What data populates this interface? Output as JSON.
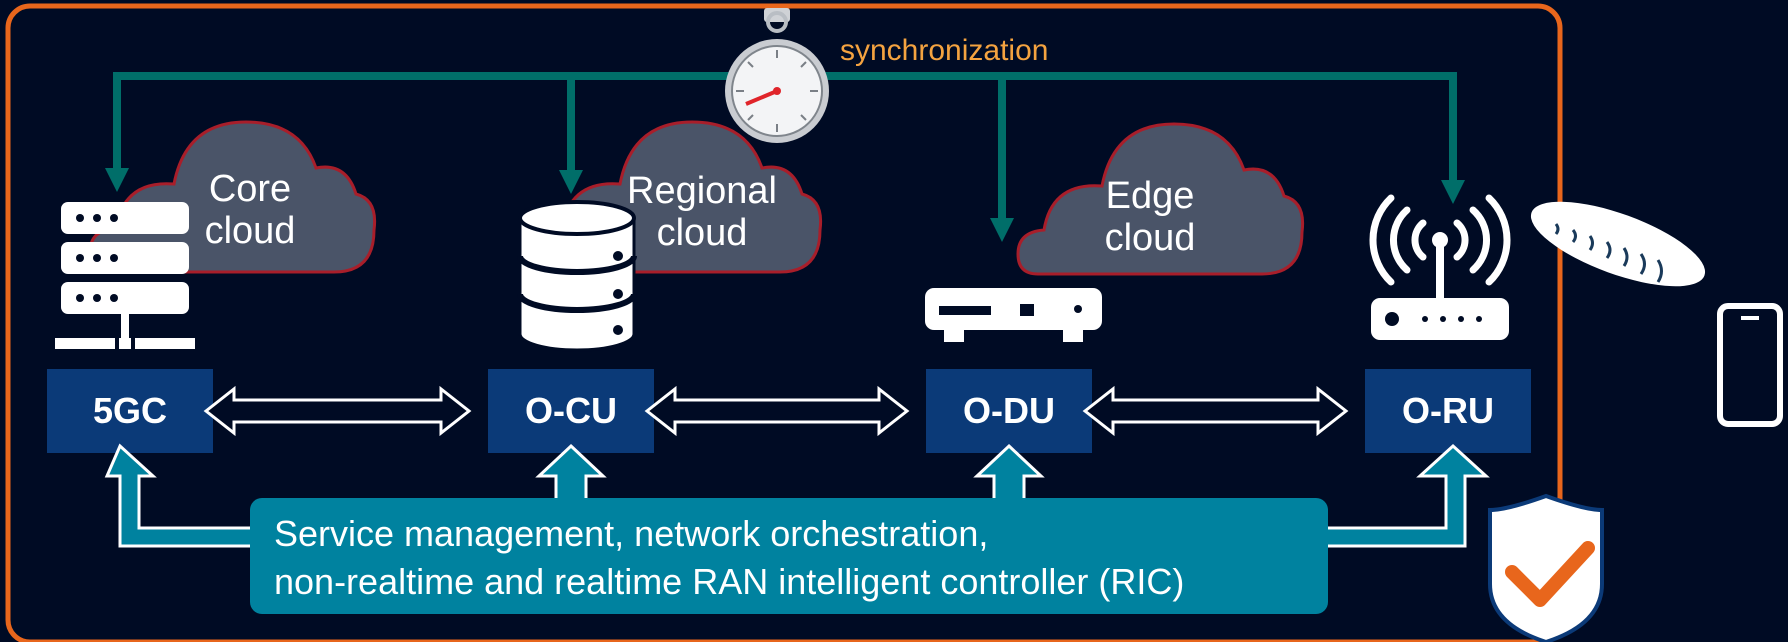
{
  "synchronization": {
    "label": "synchronization",
    "icon": "stopwatch-icon",
    "line_color": "#006e69",
    "label_color": "#f4a340"
  },
  "clouds": [
    {
      "id": "core",
      "line1": "Core",
      "line2": "cloud"
    },
    {
      "id": "regional",
      "line1": "Regional",
      "line2": "cloud"
    },
    {
      "id": "edge",
      "line1": "Edge",
      "line2": "cloud"
    }
  ],
  "nodes": [
    {
      "id": "5gc",
      "label": "5GC",
      "icon": "server-rack-icon"
    },
    {
      "id": "o-cu",
      "label": "O-CU",
      "icon": "database-icon"
    },
    {
      "id": "o-du",
      "label": "O-DU",
      "icon": "set-top-box-icon"
    },
    {
      "id": "o-ru",
      "label": "O-RU",
      "icon": "wireless-router-icon"
    }
  ],
  "management": {
    "line1": "Service management, network orchestration,",
    "line2": "non-realtime and realtime RAN intelligent controller (RIC)"
  },
  "external_icons": [
    "radio-beam-icon",
    "smartphone-icon",
    "security-shield-check-icon"
  ],
  "colors": {
    "background": "#000b24",
    "frame": "#e8661c",
    "node_box": "#0b3a78",
    "cloud_fill": "#4a5468",
    "cloud_stroke": "#a81e2a",
    "management_box": "#00829f",
    "shield_check": "#e8661c"
  }
}
